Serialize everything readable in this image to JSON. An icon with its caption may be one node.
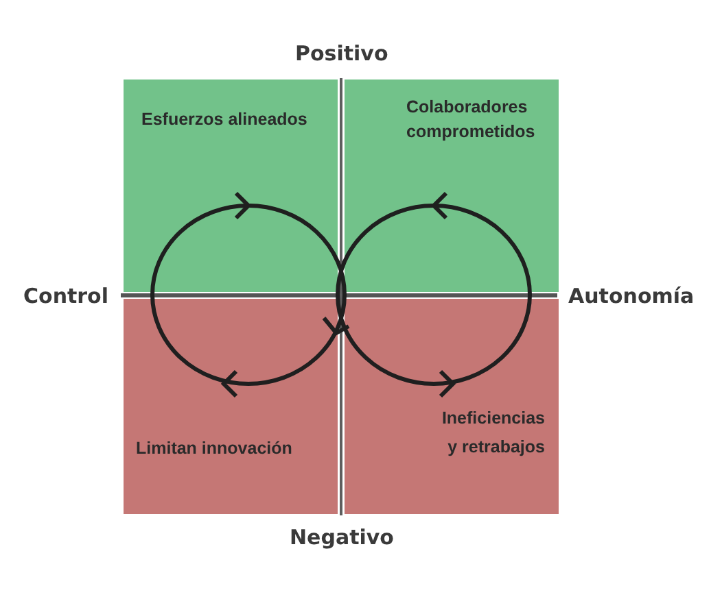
{
  "diagram": {
    "nodes": [
      {
        "text": [
          "Esfuerzos alineados"
        ]
      },
      {
        "text": [
          "Colaboradores comprometidos"
        ]
      },
      {
        "text": [
          "Limitan innovación"
        ]
      },
      {
        "text": [
          "Ineficiencias y retrabajos"
        ]
      }
    ],
    "labels": [
      "Positivo",
      "Control",
      "Autonomía",
      "Negativo"
    ]
  }
}
